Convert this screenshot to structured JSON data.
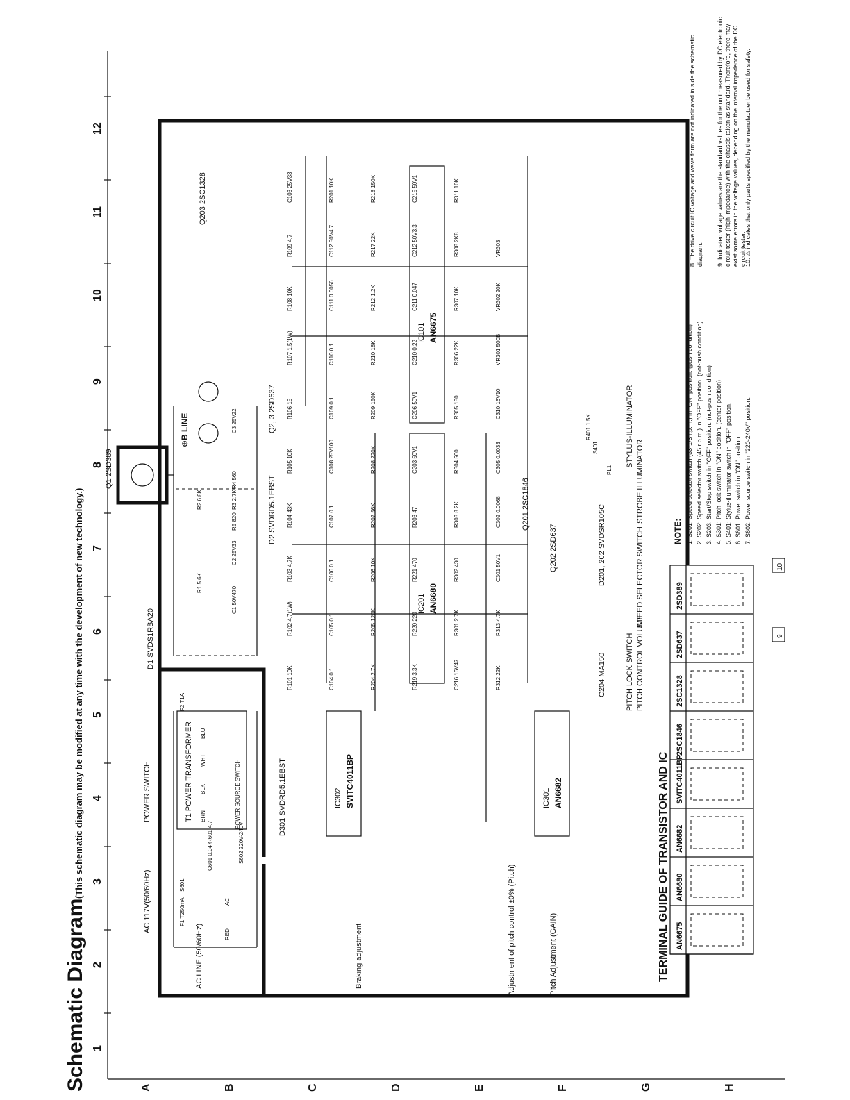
{
  "title": "Schematic Diagram",
  "subtitle": "(This schematic diagram may be modified at any time with the development of new technology.)",
  "ruler": {
    "numbers": [
      "1",
      "2",
      "3",
      "4",
      "5",
      "6",
      "7",
      "8",
      "9",
      "10",
      "11",
      "12"
    ],
    "letters": [
      "A",
      "B",
      "C",
      "D",
      "E",
      "F",
      "G",
      "H"
    ]
  },
  "power": {
    "ac_line": "AC LINE (50/60Hz)",
    "ac_voltage": "AC 117V(50/60Hz)",
    "ac": "AC",
    "power_switch": "POWER SWITCH",
    "power_source_switch": "POWER SOURCE SWITCH",
    "transformer": "T1 POWER TRANSFORMER",
    "fuse_f1": "F1 T250mA",
    "fuse_f2": "F2 T1A",
    "s601": "S601",
    "s602": "S602 220V-240V",
    "c601": "C601 0.047",
    "r601": "R601 4.7",
    "wire_red": "RED",
    "wire_brn": "BRN",
    "wire_blu": "BLU",
    "wire_blk": "BLK",
    "wire_wht": "WHT"
  },
  "regulator": {
    "d1": "D1 SVDS1RBA20",
    "q1": "Q1 2SD389",
    "q23": "Q2, 3 2SD637",
    "d2": "D2 SVDRD5.1EBST",
    "b_line": "⊕B LINE",
    "r1": "R1 5.6K",
    "r2": "R2 6.8K",
    "r3": "R3 2.7K",
    "r4": "R4 560",
    "r5": "R5 820",
    "c1": "C1 50V470",
    "c2": "C2 25V33",
    "c3": "C3 25V22"
  },
  "ics": {
    "ic101": "IC101",
    "ic101_part": "AN6675",
    "ic201": "IC201",
    "ic201_part": "AN6680",
    "ic301": "IC301",
    "ic301_part": "AN6682",
    "ic302": "IC302",
    "ic302_part": "SVITC4011BP"
  },
  "transistors": {
    "q201": "Q201 2SC1846",
    "q202": "Q202 2SD637",
    "q203": "Q203 2SC1328",
    "d301": "D301 SVDRD5.1EBST",
    "d204": "C204 MA150",
    "d201_202": "D201, 202 SVDSR105C"
  },
  "component_labels": {
    "r101": "R101 10K",
    "r102": "R102 4.7(1W)",
    "r103": "R103 4.7K",
    "r104": "R104 43K",
    "r105": "R105 10K",
    "r106": "R106 15",
    "r107": "R107 1.5(1W)",
    "r108": "R108 10K",
    "r109": "R109 4.7",
    "c103": "C103 25V33",
    "c104": "C104 0.1",
    "c105": "C105 0.1",
    "c106": "C106 0.1",
    "c107": "C107 0.1",
    "c108": "C108 25V100",
    "c109": "C109 0.1",
    "c110": "C110 0.1",
    "c111": "C111 0.0056",
    "c112": "C112 50V4.7",
    "r201": "R201 10K",
    "r204": "R204 2.7K",
    "r205": "R205 120K",
    "r206": "R206 10K",
    "r207": "R207 56K",
    "r208": "R208 220K",
    "r209": "R209 150K",
    "r210": "R210 18K",
    "r212": "R212 1.2K",
    "r217": "R217 22K",
    "r218": "R218 150K",
    "r219": "R219 3.3K",
    "r220": "R220 220",
    "r221": "R221 470",
    "r203": "R203 47",
    "c203": "C203 50V1",
    "c206": "C206 50V1",
    "c210": "C210 0.22",
    "c211": "C211 0.047",
    "c212": "C212 50V3.3",
    "c215": "C215 50V1",
    "c216": "C216 16V47",
    "r301": "R301 2.7K",
    "r302": "R302 430",
    "r303": "R303 8.2K",
    "r304": "R304 560",
    "r305": "R305 180",
    "r306": "R306 22K",
    "r307": "R307 10K",
    "r308": "R308 2K8",
    "r311": "R311 10K",
    "r312": "R312 22K",
    "r313": "R313 4.7K",
    "c301": "C301 50V1",
    "c302": "C302 0.0068",
    "c305": "C305 0.0033",
    "c310": "C310 16V10",
    "vr301": "VR301 500B",
    "vr302": "VR302 20K",
    "vr303": "VR303"
  },
  "switches": {
    "pitch_lock": "PITCH LOCK SWITCH",
    "pitch_volume": "PITCH CONTROL VOLUME",
    "speed_selector": "SPEED SELECTOR SWITCH",
    "strobe": "STROBE ILLUMINATOR",
    "stylus": "STYLUS-ILLUMINATOR",
    "pl1": "PL1",
    "s401": "S401",
    "r401": "R401 1.5K"
  },
  "adjustments": {
    "braking": "Braking adjustment",
    "pitch_control": "Adjustment of pitch control ±0% (Pitch)",
    "pitch_gain": "Pitch Adjustment (GAIN)"
  },
  "terminal_guide": {
    "heading": "TERMINAL GUIDE OF TRANSISTOR AND IC",
    "columns": [
      "AN6675",
      "AN6680",
      "AN6682",
      "SVITC4011BP",
      "2SC1846",
      "2SC1328",
      "2SD637",
      "2SD389"
    ]
  },
  "notes": {
    "heading": "NOTE:",
    "items": [
      "1. S201: Speed selector switch (33-1/3 r.p.m.) in \"ON\" position. (push condition)",
      "2. S202: Speed selector switch (45 r.p.m.) in \"OFF\" position. (not-push condition)",
      "3. S203: Start/Stop switch in \"OFF\" position. (not-push condition)",
      "4. S301: Pitch lock switch in \"ON\" position. (center position)",
      "5. S401: Stylus-illuminator switch in \"OFF\" position.",
      "6. S601: Power switch in \"ON\" position.",
      "7. S602: Power source switch in \"220-240V\" position."
    ],
    "items_right": [
      "8. The drive circuit IC voltage and wave form are not indicated in side the schematic diagram.",
      "9. Indicated voltage values are the standard values for the unit measured by DC electronic circuit tester (high impedance) with the chassis taken as standard. Therefore, there may exist some errors in the voltage values, depending on the internal impedence of the DC circuit tester.",
      "10. ⚠ indicates that only parts specified by the manufactuer be used for safety."
    ]
  },
  "page_numbers": [
    "9",
    "10"
  ]
}
